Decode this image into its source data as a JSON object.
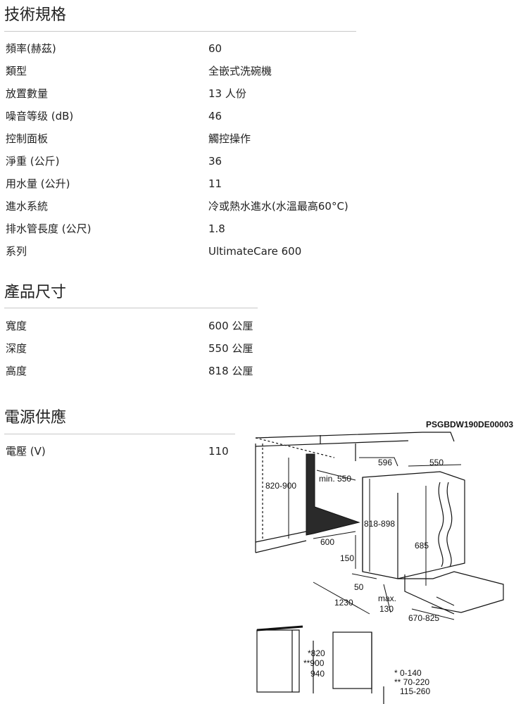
{
  "tech_specs": {
    "title": "技術規格",
    "rows": [
      {
        "label": "頻率(赫茲)",
        "value": "60"
      },
      {
        "label": "類型",
        "value": "全嵌式洗碗機"
      },
      {
        "label": "放置數量",
        "value": "13 人份"
      },
      {
        "label": "噪音等级 (dB)",
        "value": "46"
      },
      {
        "label": "控制面板",
        "value": "觸控操作"
      },
      {
        "label": "淨重 (公斤)",
        "value": "36"
      },
      {
        "label": "用水量 (公升)",
        "value": "11"
      },
      {
        "label": "進水系統",
        "value": "冷或熱水進水(水溫最高60°C)"
      },
      {
        "label": "排水管長度 (公尺)",
        "value": "1.8"
      },
      {
        "label": "系列",
        "value": "UltimateCare 600"
      }
    ]
  },
  "dimensions": {
    "title": "產品尺寸",
    "rows": [
      {
        "label": "寬度",
        "value": "600 公厘"
      },
      {
        "label": "深度",
        "value": "550 公厘"
      },
      {
        "label": "高度",
        "value": "818 公厘"
      }
    ]
  },
  "power": {
    "title": "電源供應",
    "rows": [
      {
        "label": "電壓 (V)",
        "value": "110"
      }
    ]
  },
  "diagram": {
    "code": "PSGBDW190DE00003",
    "labels": {
      "niche_height": "820-900",
      "min_depth": "min. 550",
      "width": "596",
      "depth": "550",
      "height": "818-898",
      "door_gap": "600",
      "inner_height": "685",
      "plinth_depth": "150",
      "plinth_gap": "50",
      "door_swing": "1230",
      "max_label": "max.",
      "max_value": "130",
      "plinth_range": "670-825",
      "side_a": "*820",
      "side_b": "**900",
      "side_c": "940",
      "adj_a": "*   0-140",
      "adj_b": "** 70-220",
      "adj_c": "115-260"
    }
  }
}
